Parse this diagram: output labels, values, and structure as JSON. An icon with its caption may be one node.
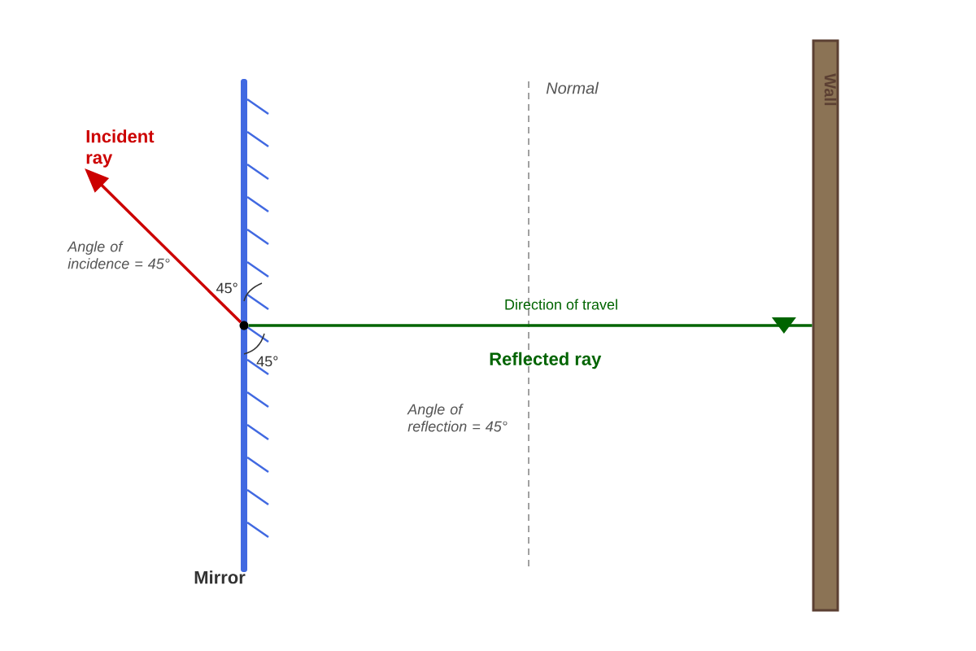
{
  "diagram": {
    "nodes": [
      {
        "text": [
          "Mirror"
        ]
      },
      {
        "text": [
          "Wall"
        ]
      },
      {
        "text": [
          "Incident ray"
        ]
      },
      {
        "text": [],
        "shape": "circle",
        "in": 0
      }
    ],
    "edges": [
      {
        "from": 3,
        "to": 2,
        "arrow": "to",
        "color": "#cc0000"
      },
      {
        "from": 3,
        "to": 1,
        "arrow": "to",
        "label": "Direction of travel",
        "color": "#006400"
      }
    ],
    "labels": [
      "Normal",
      "Angle of incidence = 45°",
      "45°",
      "45°",
      "Reflected ray",
      "Angle of reflection = 45°"
    ]
  }
}
